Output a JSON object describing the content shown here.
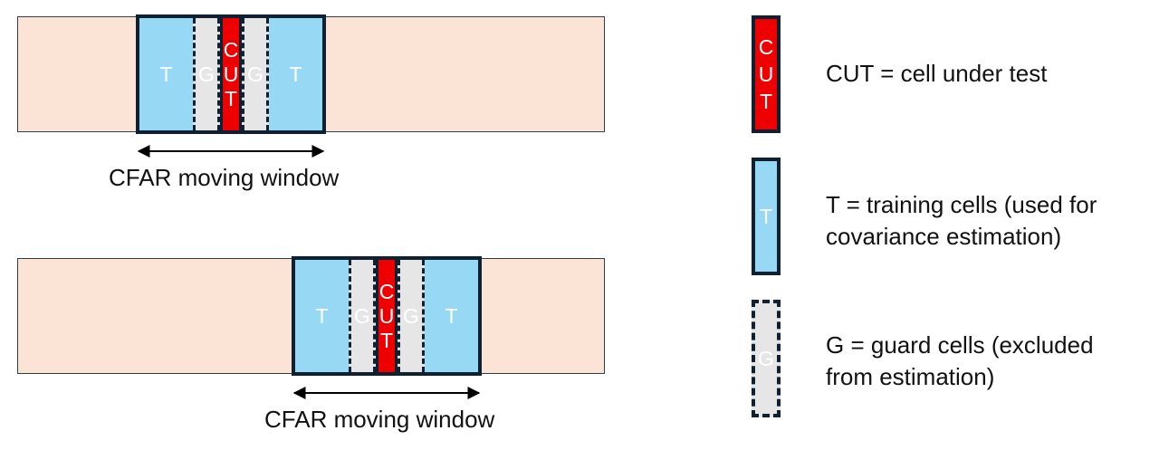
{
  "diagram": {
    "windows": [
      {
        "cells": {
          "training_left": "T",
          "guard_left": "G",
          "cut_letters": [
            "C",
            "U",
            "T"
          ],
          "guard_right": "G",
          "training_right": "T"
        },
        "caption": "CFAR moving window"
      },
      {
        "cells": {
          "training_left": "T",
          "guard_left": "G",
          "cut_letters": [
            "C",
            "U",
            "T"
          ],
          "guard_right": "G",
          "training_right": "T"
        },
        "caption": "CFAR moving window"
      }
    ],
    "legend": {
      "cut": {
        "letters": [
          "C",
          "U",
          "T"
        ],
        "line1": "CUT = cell under test"
      },
      "training": {
        "symbol": "T",
        "line1": "T = training cells (used for",
        "line2": "covariance estimation)"
      },
      "guard": {
        "symbol": "G",
        "line1": "G = guard cells (excluded",
        "line2": "from estimation)"
      }
    },
    "colors": {
      "strip": "#fbe3d6",
      "training": "#97d9f5",
      "guard": "#e6e6e6",
      "cut": "#ee0000",
      "outline": "#0f2130"
    }
  }
}
